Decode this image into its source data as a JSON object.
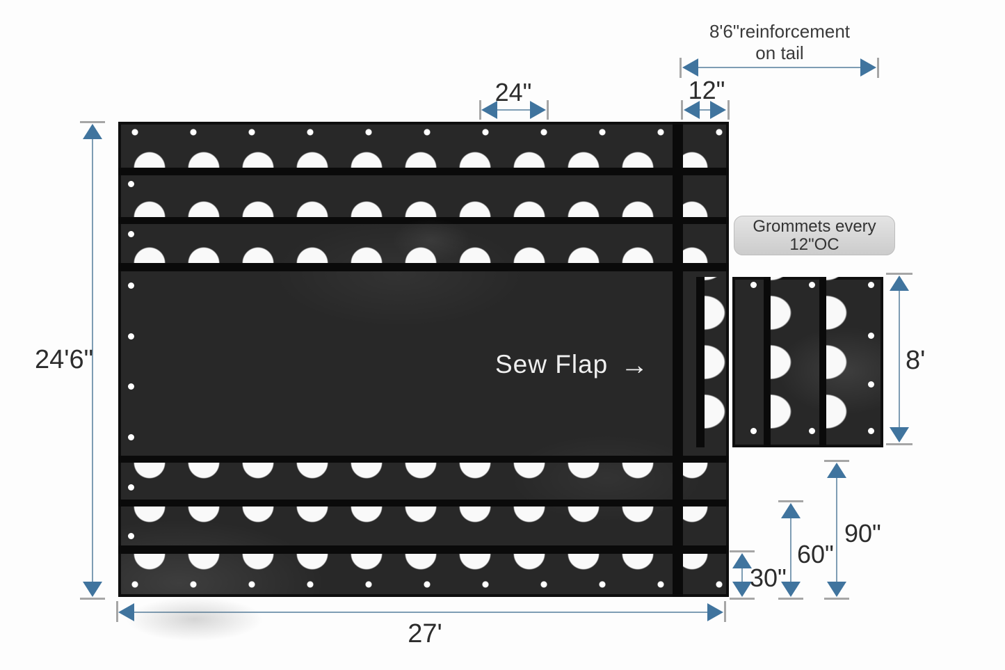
{
  "diagram": {
    "type": "tarp-dimension-diagram",
    "colors": {
      "arrow": "#40749e",
      "arrow_shaft": "#7e9db4",
      "tick": "#a6a6a6",
      "tarp": "#282828",
      "divider": "#0a0a0a",
      "cutout": "#f9f9f9",
      "label_text": "#2c2c2c",
      "label_box_bg": "#d8d8d8",
      "sew_flap_text": "#efefef",
      "background": "#fdfdfd"
    },
    "dimensions": {
      "height": "24'6\"",
      "width": "27'",
      "flap_spacing": "24\"",
      "tail_panel_width": "12\"",
      "tail_reinforcement_line1": "8'6\"reinforcement",
      "tail_reinforcement_line2": "on tail",
      "tail_height": "8'",
      "drop_90": "90\"",
      "drop_60": "60\"",
      "drop_30": "30\""
    },
    "labels": {
      "grommets_line1": "Grommets every",
      "grommets_line2": "12\"OC",
      "sew_flap_text": "Sew Flap",
      "sew_flap_arrow": "→"
    }
  }
}
